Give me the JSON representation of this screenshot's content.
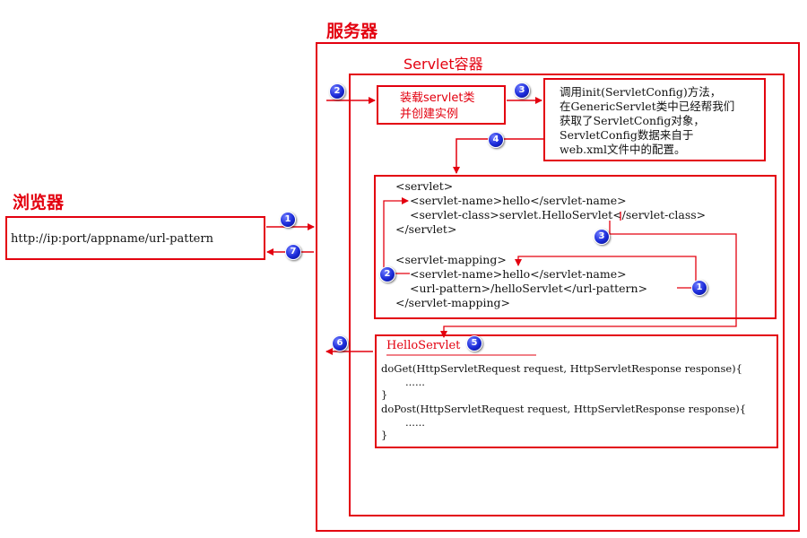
{
  "server": {
    "title": "服务器"
  },
  "container": {
    "title": "Servlet容器"
  },
  "browser": {
    "title": "浏览器",
    "url": "http://ip:port/appname/url-pattern"
  },
  "load_box": {
    "line1": "装载servlet类",
    "line2": "并创建实例"
  },
  "init_box": {
    "line1": "调用init(ServletConfig)方法，",
    "line2": "在GenericServlet类中已经帮我们",
    "line3": "获取了ServletConfig对象，",
    "line4": "ServletConfig数据来自于",
    "line5": "web.xml文件中的配置。"
  },
  "webxml": {
    "servlet_open": "<servlet>",
    "servlet_name": "<servlet-name>hello</servlet-name>",
    "servlet_class": "<servlet-class>servlet.HelloServlet</servlet-class>",
    "servlet_close": "</servlet>",
    "mapping_open": "<servlet-mapping>",
    "mapping_name": "<servlet-name>hello</servlet-name>",
    "url_pattern": "<url-pattern>/helloServlet</url-pattern>",
    "mapping_close": "</servlet-mapping>"
  },
  "servlet_code": {
    "class_name": "HelloServlet",
    "doget": "doGet(HttpServletRequest request, HttpServletResponse response){",
    "doget_body": "......",
    "doget_close": "}",
    "dopost": "doPost(HttpServletRequest request, HttpServletResponse response){",
    "dopost_body": "......",
    "dopost_close": "}"
  },
  "steps": {
    "s1": "1",
    "s2": "2",
    "s3": "3",
    "s4": "4",
    "s5": "5",
    "s6": "6",
    "s7": "7",
    "inner1": "1",
    "inner2": "2",
    "inner3": "3"
  },
  "colors": {
    "accent": "#e3000f",
    "badge": "#1a2ad8"
  }
}
